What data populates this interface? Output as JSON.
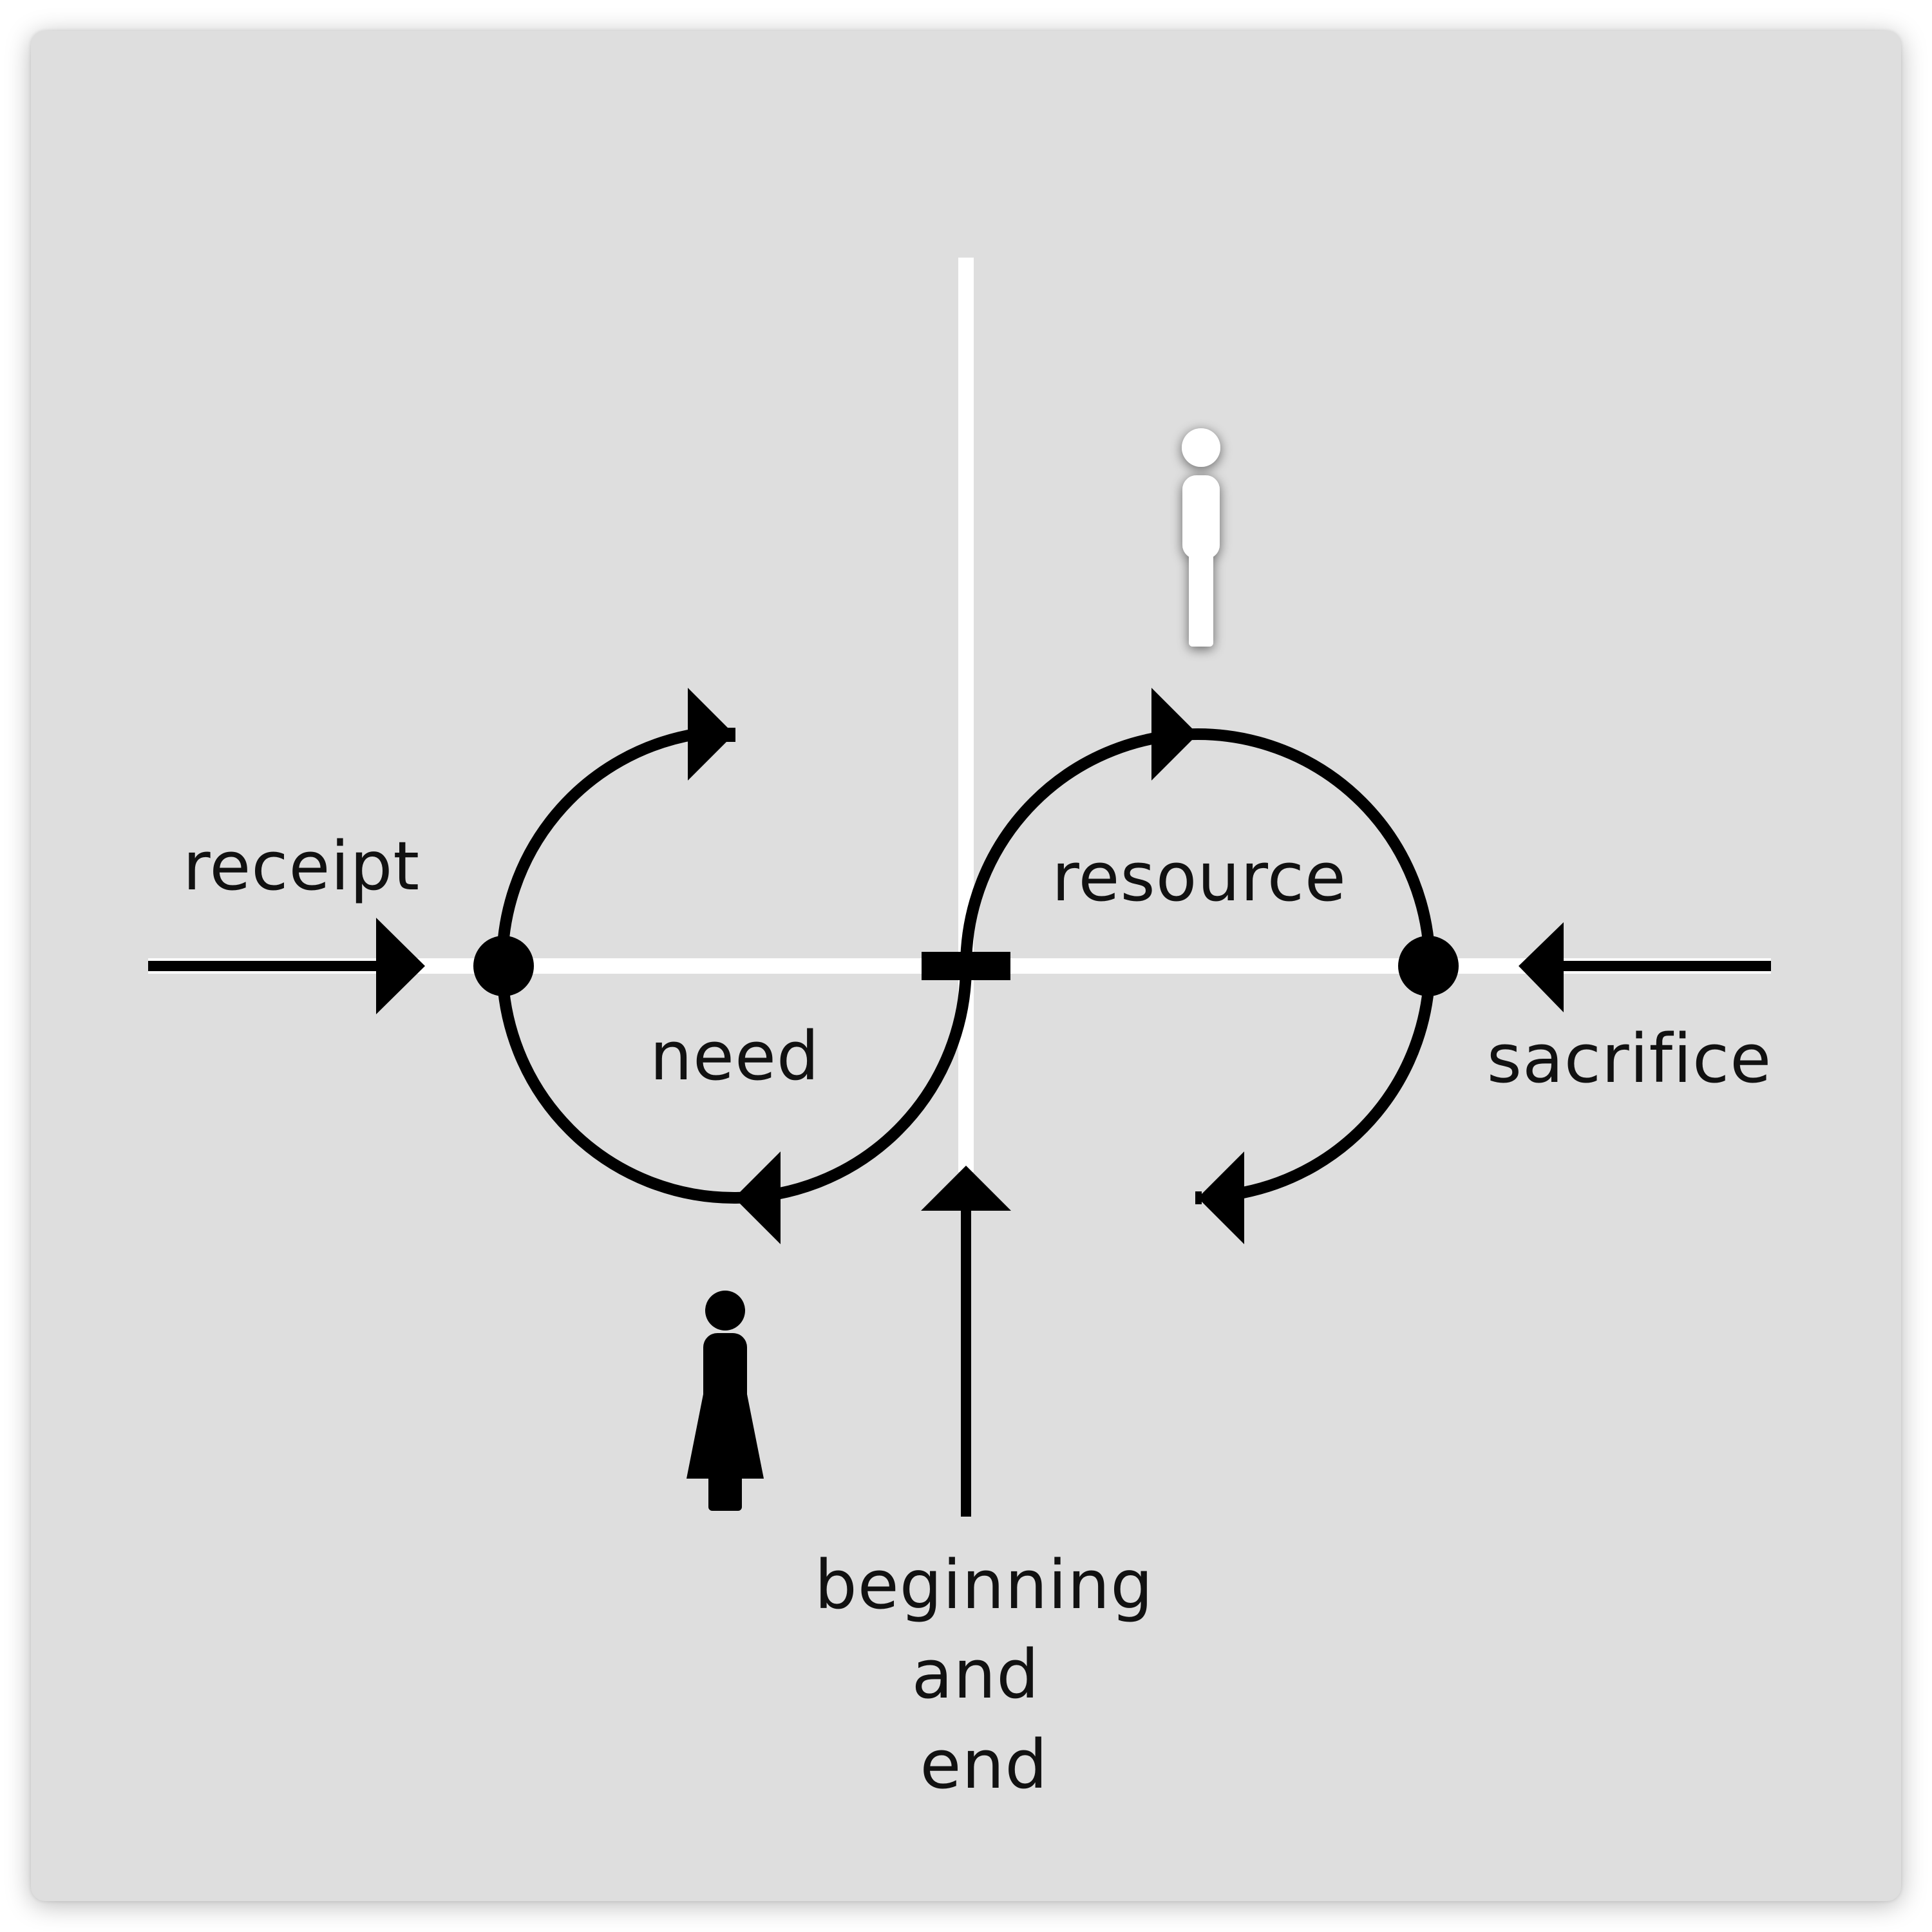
{
  "labels": {
    "receipt": "receipt",
    "resource": "resource",
    "need": "need",
    "sacrifice": "sacrifice",
    "beginning": "beginning",
    "and": "and",
    "end": "end"
  },
  "icons": {
    "top_figure": "male-figure-icon",
    "bottom_figure": "female-figure-icon"
  },
  "colors": {
    "background": "#dedede",
    "axis": "#ffffff",
    "ink": "#000000"
  }
}
